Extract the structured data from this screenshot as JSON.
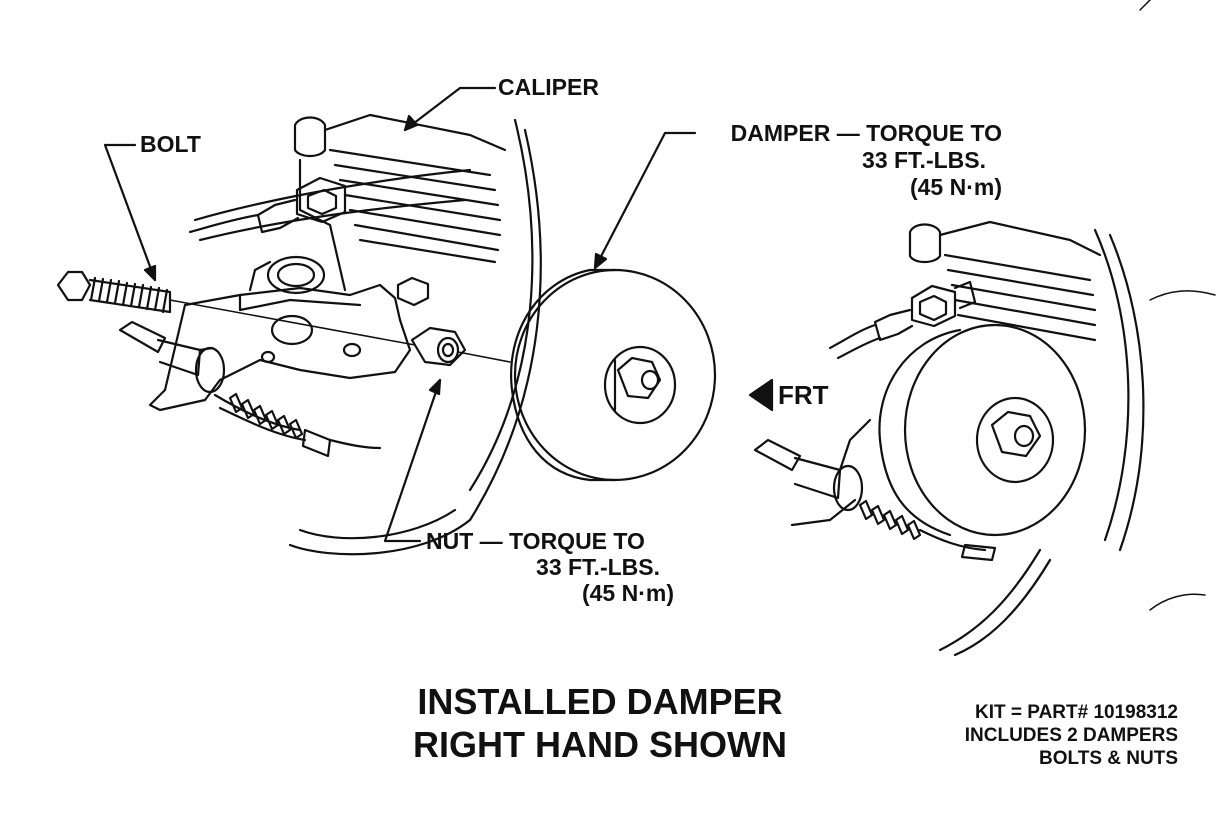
{
  "labels": {
    "caliper": "CALIPER",
    "bolt": "BOLT",
    "damper_line1": "DAMPER — TORQUE TO",
    "damper_line2": "33 FT.-LBS.",
    "damper_line3": "(45 N·m)",
    "nut_line1": "NUT — TORQUE TO",
    "nut_line2": "33 FT.-LBS.",
    "nut_line3": "(45 N·m)",
    "frt": "FRT"
  },
  "title": {
    "line1": "INSTALLED DAMPER",
    "line2": "RIGHT HAND SHOWN"
  },
  "kit": {
    "line1": "KIT = PART# 10198312",
    "line2": "INCLUDES 2 DAMPERS",
    "line3": "BOLTS & NUTS"
  }
}
